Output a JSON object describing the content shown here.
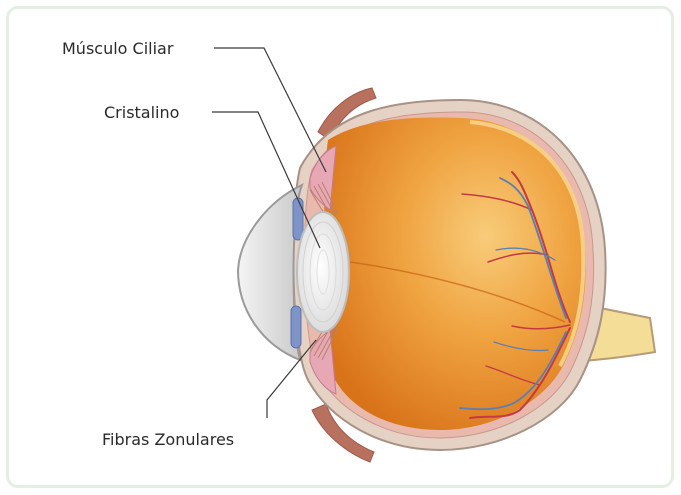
{
  "labels": {
    "ciliary_muscle": "Músculo Ciliar",
    "lens": "Cristalino",
    "zonular_fibers": "Fibras Zonulares"
  },
  "colors": {
    "frame_border": "#e3efe3",
    "sclera": "#e5d2c4",
    "choroid": "#e9b9ae",
    "vitreous_light": "#f6c168",
    "vitreous_dark": "#dd7a1c",
    "cornea": "#d8d8d8",
    "iris": "#7e94c8",
    "lens": "#f2f2f2",
    "optic_nerve": "#f3dd97",
    "vessel_red": "#c23a44",
    "vessel_blue": "#5a7fb0",
    "eyelid": "#b8705f",
    "leader_line": "#3a3a3a"
  }
}
